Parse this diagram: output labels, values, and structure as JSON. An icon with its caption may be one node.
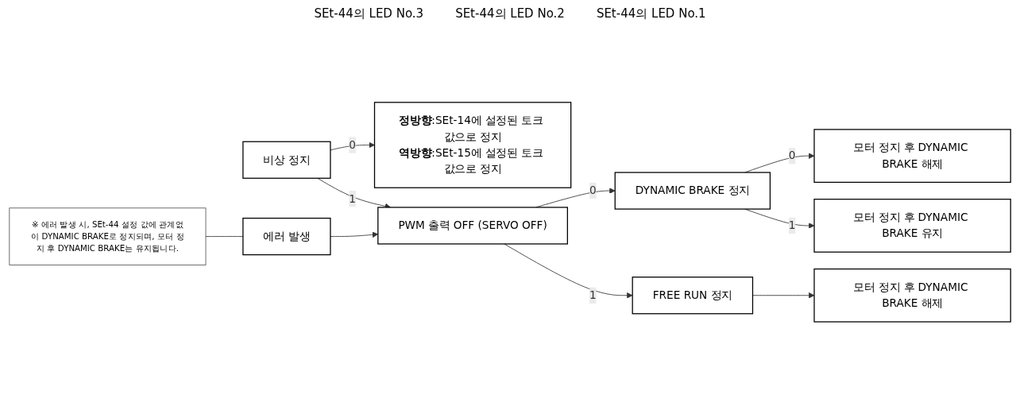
{
  "diagram": {
    "nodes": [
      {
        "text": [
          "비상 정지"
        ]
      },
      {
        "text": [
          "**정방향**:SEt-14에 설정된 토크 값으로 정지",
          "**역방향**:SEt-15에 설정된 토크 값으로 정지"
        ]
      },
      {
        "text": [
          "에러 발생"
        ]
      },
      {
        "text": [
          "※ 에러 발생 시, SEt-44 설정 값에 관계없이 DYNAMIC BRAKE로 정지되며, 모터 정지 후 DYNAMIC BRAKE는 유지됩니다."
        ]
      },
      {
        "text": [
          "PWM 출력 OFF (SERVO OFF)"
        ]
      },
      {
        "text": [
          "DYNAMIC BRAKE 정지"
        ]
      },
      {
        "text": [
          "모터 정지 후 DYNAMIC BRAKE 해제"
        ]
      },
      {
        "text": [
          "모터 정지 후 DYNAMIC BRAKE 유지"
        ]
      },
      {
        "text": [
          "FREE RUN 정지"
        ]
      },
      {
        "text": [
          "모터 정지 후 DYNAMIC BRAKE 해제"
        ]
      }
    ],
    "edges": [
      {
        "from": 0,
        "to": 1,
        "arrow": "to",
        "label": "0"
      },
      {
        "from": 0,
        "to": 4,
        "arrow": "to",
        "label": "1"
      },
      {
        "from": 2,
        "to": 4,
        "arrow": "to"
      },
      {
        "from": 3,
        "to": 2,
        "arrow": "none"
      },
      {
        "from": 4,
        "to": 5,
        "arrow": "to",
        "label": "0"
      },
      {
        "from": 4,
        "to": 8,
        "arrow": "to",
        "label": "1"
      },
      {
        "from": 5,
        "to": 6,
        "arrow": "to",
        "label": "0"
      },
      {
        "from": 5,
        "to": 7,
        "arrow": "to",
        "label": "1"
      },
      {
        "from": 8,
        "to": 9,
        "arrow": "to"
      }
    ],
    "labels": [
      "SEt-44의 LED No.3",
      "SEt-44의 LED No.2",
      "SEt-44의 LED No.1"
    ]
  }
}
